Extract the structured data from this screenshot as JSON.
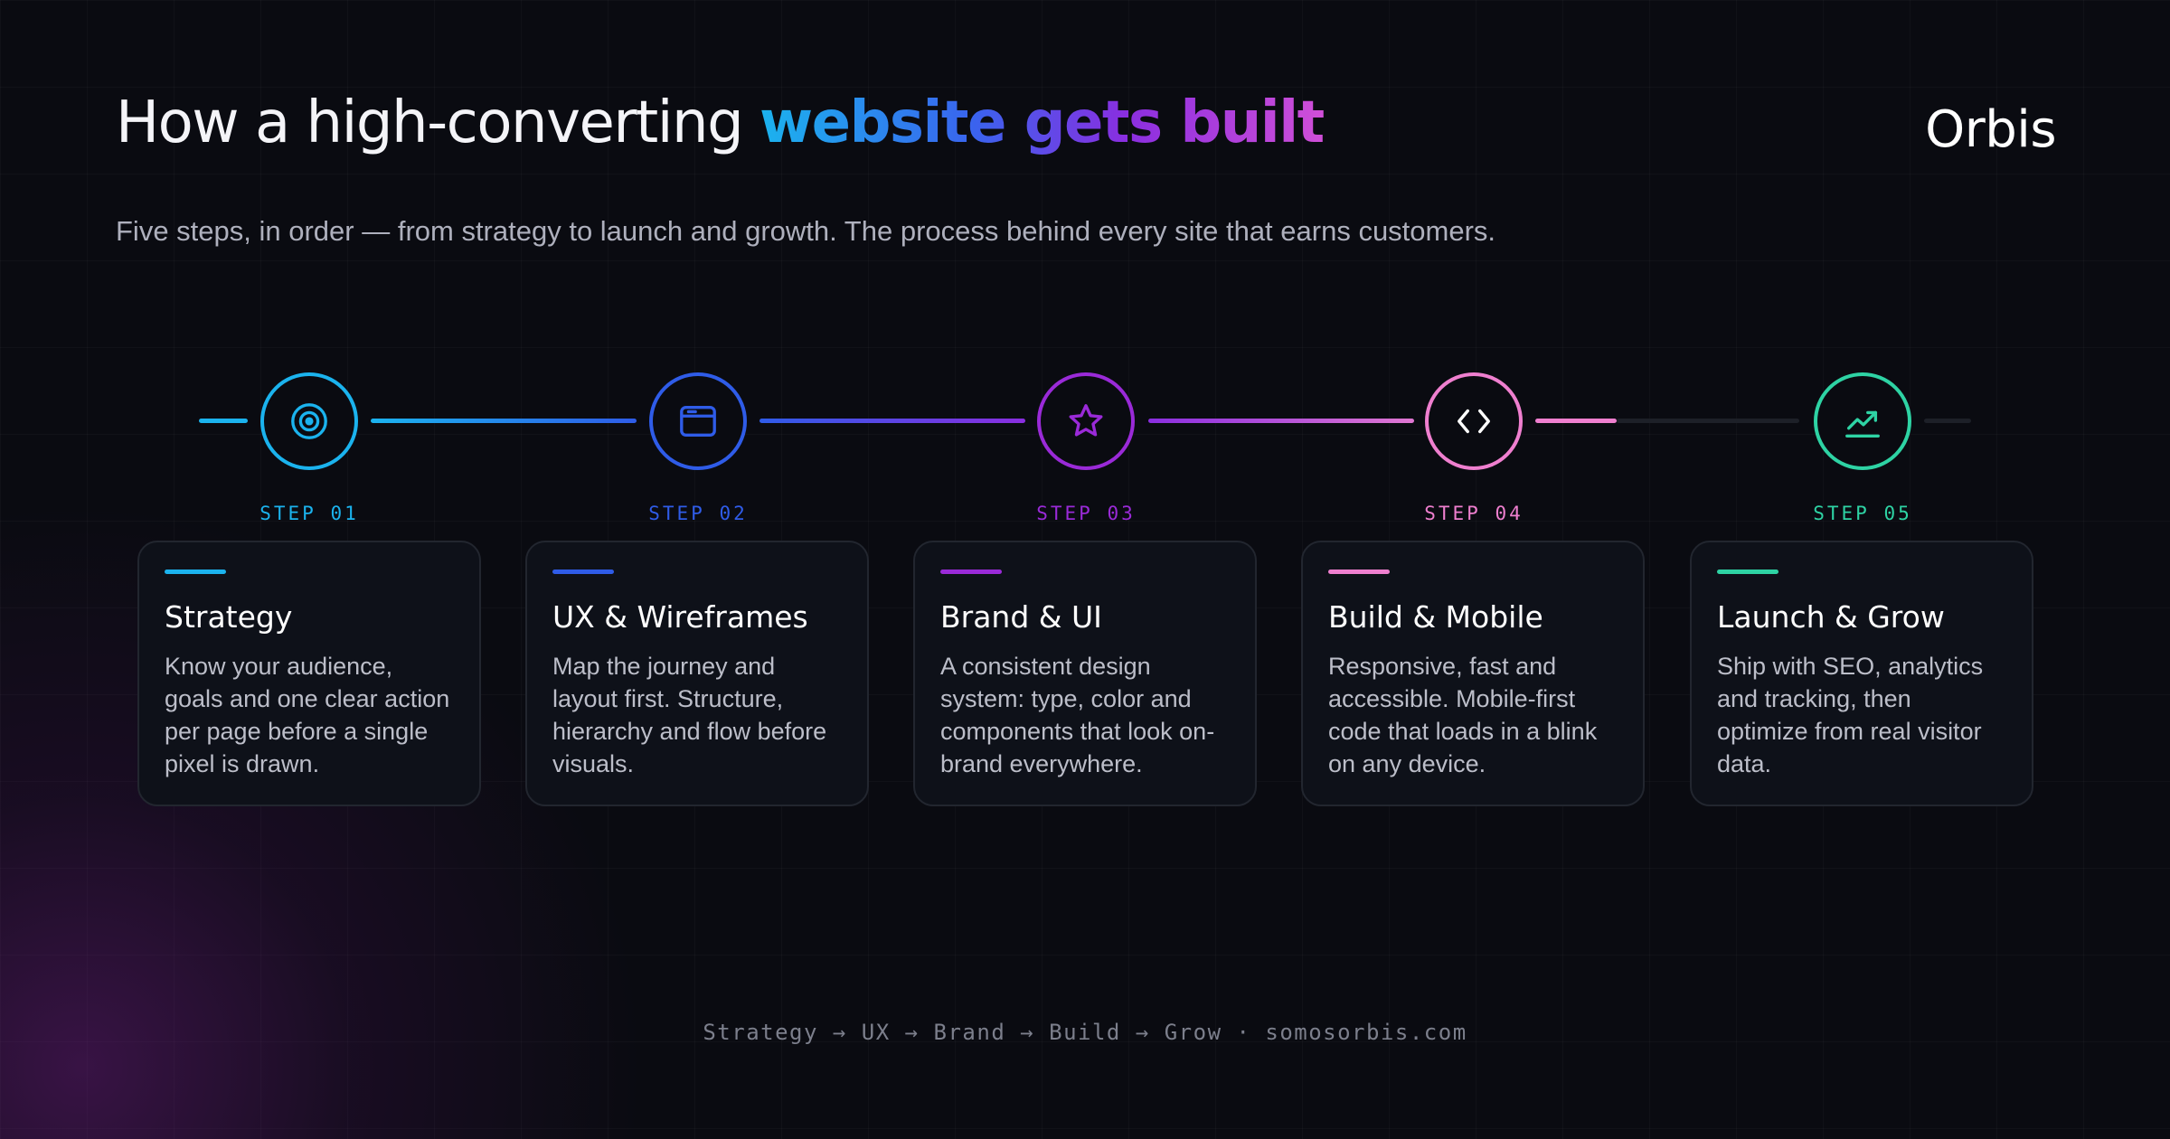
{
  "header": {
    "title_plain": "How a high-converting ",
    "title_highlight": "website gets built",
    "brand": "Orbis",
    "subtitle": "Five steps, in order — from strategy to launch and growth. The process behind every site that earns customers."
  },
  "steps": [
    {
      "label": "STEP 01",
      "title": "Strategy",
      "description": "Know your audience, goals and one clear action per page before a single pixel is drawn.",
      "icon": "target-icon",
      "color": "#1bb3ee"
    },
    {
      "label": "STEP 02",
      "title": "UX & Wireframes",
      "description": "Map the journey and layout first. Structure, hierarchy and flow before visuals.",
      "icon": "browser-window-icon",
      "color": "#2f5ce8"
    },
    {
      "label": "STEP 03",
      "title": "Brand & UI",
      "description": "A consistent design system: type, color and components that look on-brand everywhere.",
      "icon": "star-icon",
      "color": "#9a2ad8"
    },
    {
      "label": "STEP 04",
      "title": "Build & Mobile",
      "description": "Responsive, fast and accessible. Mobile-first code that loads in a blink on any device.",
      "icon": "code-icon",
      "color": "#ef7fcf"
    },
    {
      "label": "STEP 05",
      "title": "Launch & Grow",
      "description": "Ship with SEO, analytics and tracking, then optimize from real visitor data.",
      "icon": "trending-up-icon",
      "color": "#2ed3a4"
    }
  ],
  "footer": {
    "text": "Strategy → UX → Brand → Build → Grow · somosorbis.com"
  }
}
